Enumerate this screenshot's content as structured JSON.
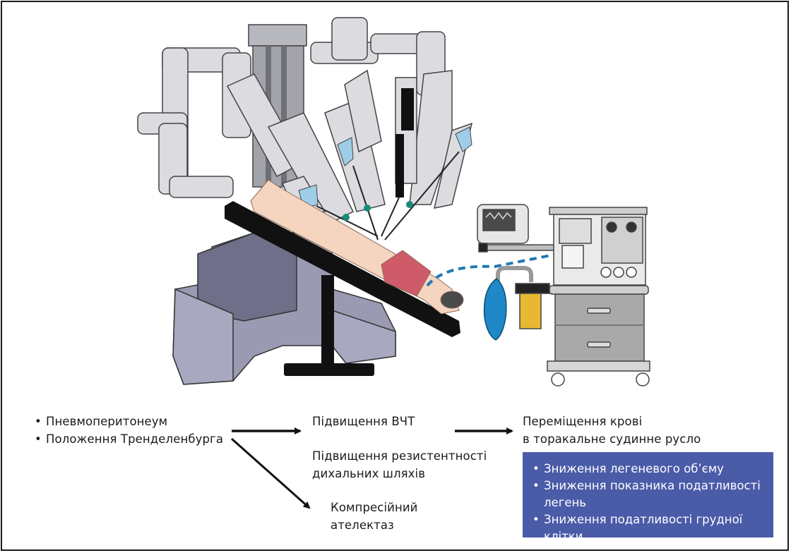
{
  "figure": {
    "illustration": {
      "description": "Robot-assisted surgery setup: da Vinci-style robotic surgical system with instrument arms over a patient tilted in Trendelenburg position, connected to an anesthesia machine",
      "components": [
        "robotic-surgical-system",
        "operating-table",
        "patient",
        "anesthesia-machine",
        "breathing-bag",
        "co2-absorber",
        "ventilator-monitor"
      ],
      "colors": {
        "robot_arm": "#d9d9de",
        "robot_base": "#8c8ca6",
        "table": "#111111",
        "skin": "#f5d5c0",
        "lungs": "#cf5a6a",
        "breathing_bag": "#1e88c8",
        "absorber": "#e8b832",
        "circuit_tube_dashed": "#1e78b4"
      }
    },
    "causes": {
      "items": [
        "Пневмоперитонеум",
        "Положення Тренделенбурга"
      ]
    },
    "effects_mid": {
      "vct": "Підвищення ВЧТ",
      "resistance_line1": "Підвищення резистентності",
      "resistance_line2": "дихальних шляхів"
    },
    "atelectasis": {
      "line1": "Компресійний",
      "line2": "ателектаз"
    },
    "blood_shift": {
      "line1": "Переміщення крові",
      "line2": "в торакальне судинне русло"
    },
    "effects_box": {
      "background": "#4a5ba8",
      "items": [
        "Зниження легеневого об’єму",
        "Зниження показника податливості легень",
        "Зниження податливості грудної клітки"
      ]
    }
  }
}
